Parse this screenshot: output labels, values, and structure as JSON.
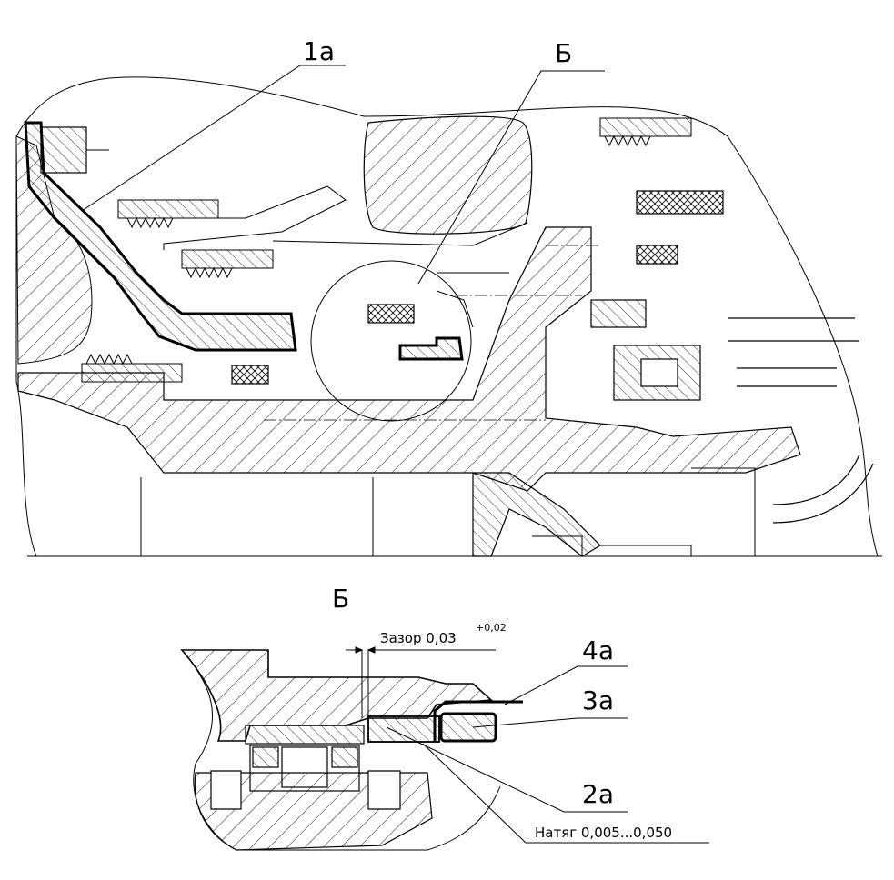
{
  "callouts": {
    "part_1a": "1а",
    "section_b": "Б",
    "detail_title": "Б",
    "part_4a": "4а",
    "part_3a": "3а",
    "part_2a": "2а"
  },
  "dimensions": {
    "gap_text": "Зазор 0,03",
    "gap_tolerance": "+0,02",
    "interference": "Натяг 0,005...0,050"
  }
}
